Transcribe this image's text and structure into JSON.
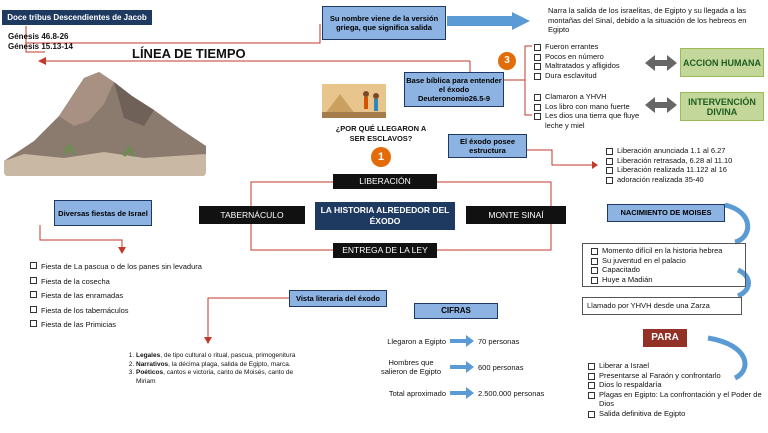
{
  "header_badge": "Doce tribus Descendientes de Jacob",
  "genesis": [
    "Génesis 46.8-26",
    "Génesis 15.13-14"
  ],
  "timeline_title": "LÍNEA DE TIEMPO",
  "greek_name_box": "Su nombre viene de la versión griega, que significa salida",
  "greek_name_text": "Narra la salida de los israelitas, de Egipto y su llegada a las montañas del Sinaí, debido a la situación de los hebreos en Egipto",
  "biblical_base_box": "Base bíblica para entender el éxodo Deuteronomio26.5-9",
  "circle_3": "3",
  "circle_1": "1",
  "human_action_list": [
    "Fueron errantes",
    "Pocos en número",
    "Maltratados y afligidos",
    "Dura esclavitud"
  ],
  "human_action_label": "ACCION HUMANA",
  "divine_list": [
    "Clamaron a YHVH",
    "Los libro con mano fuerte",
    "Les dios una tierra que fluye leche y miel"
  ],
  "divine_label": "INTERVENCIÓN DIVINA",
  "why_slaves": "¿POR QUÉ LLEGARON A SER ESCLAVOS?",
  "structure_box": "El éxodo posee estructura",
  "structure_list": [
    "Liberación anunciada 1.1 al 6.27",
    "Liberación retrasada, 6.28 al 11.10",
    "Liberación realizada 11.122 al 16",
    "adoración realizada 35-40"
  ],
  "center": {
    "liberacion": "LIBERACIÓN",
    "tabernaculo": "TABERNÁCULO",
    "title": "LA HISTORIA ALREDEDOR DEL ÉXODO",
    "monte": "MONTE SINAÍ",
    "entrega": "ENTREGA DE LA LEY"
  },
  "fiestas_box": "Diversas fiestas de Israel",
  "fiestas_list": [
    "Fiesta de La pascua o de los panes sin levadura",
    "Fiesta de la cosecha",
    "Fiesta de las enramadas",
    "Fiesta de los tabernáculos",
    "Fiesta de las Primicias"
  ],
  "nacimiento_box": "NACIMIENTO DE MOISES",
  "nacimiento_list": [
    "Momento difícil en la historia hebrea",
    "Su juventud en el palacio",
    "Capacitado",
    "Huye a Madián"
  ],
  "llamado": "Llamado por YHVH desde una Zarza",
  "vista_box": "Vista literaria del éxodo",
  "literary_list": [
    {
      "bold": "Legales",
      "rest": ", de tipo cultural o ritual, pascua, primogenitura"
    },
    {
      "bold": "Narrativos",
      "rest": ", la décima plaga, salida de Egipto, marca."
    },
    {
      "bold": "Poéticos",
      "rest": ", cantos e victoria, canto de Moisés, canto de Miriam"
    }
  ],
  "cifras_box": "CIFRAS",
  "cifras": [
    {
      "label": "Llegaron a Egipto",
      "value": "70 personas"
    },
    {
      "label": "Hombres que salieron de Egipto",
      "value": "600 personas"
    },
    {
      "label": "Total aproximado",
      "value": "2.500.000 personas"
    }
  ],
  "para_box": "PARA",
  "para_list": [
    "Liberar a Israel",
    "Presentarse al Faraón y confrontarlo",
    "Dios lo respaldaría",
    "Plagas en Egipto: La confrontación y el Poder de Dios",
    "Salida definitiva de Egipto"
  ],
  "colors": {
    "blue_box": "#8db3e2",
    "navy": "#1f3a60",
    "green": "#c4d79b",
    "red_line": "#c0392b",
    "orange": "#e36c0a",
    "arrow_blue": "#5b9bd5"
  }
}
